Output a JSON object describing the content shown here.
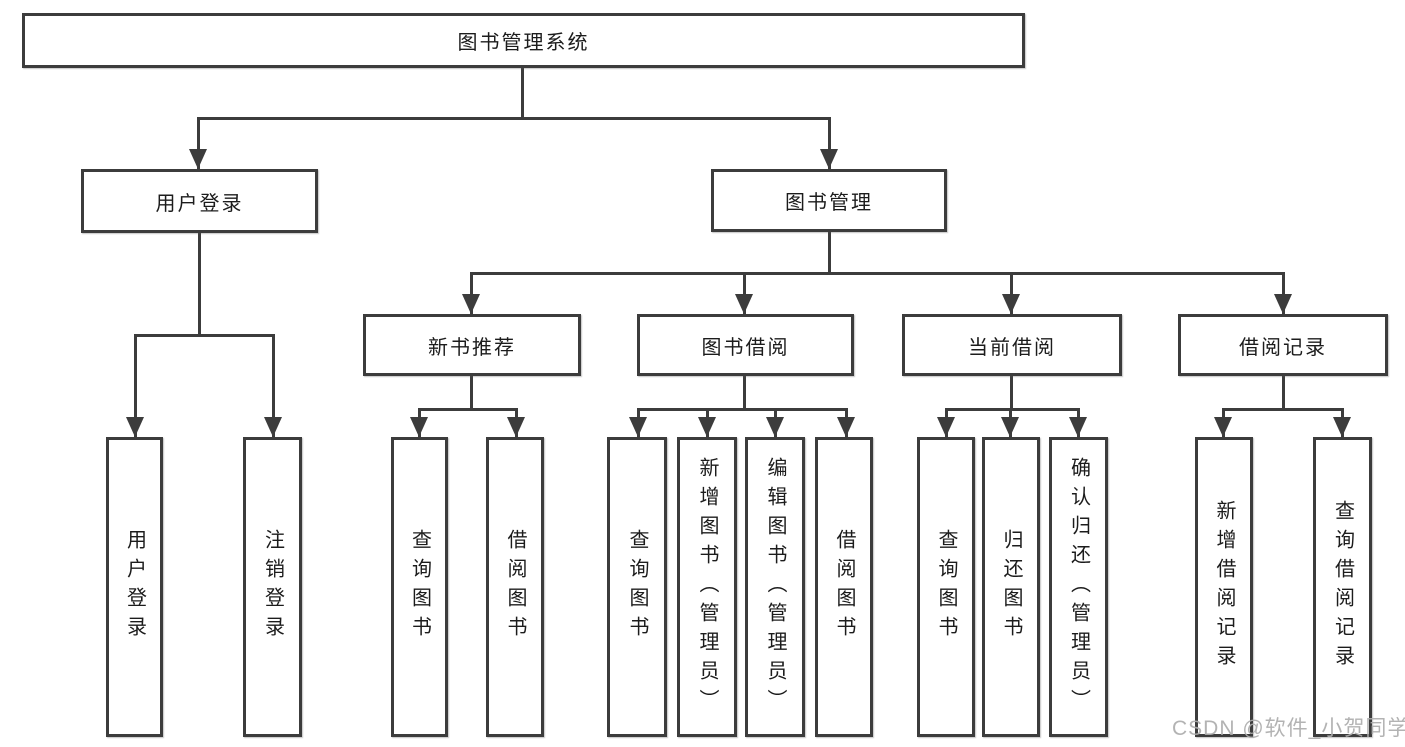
{
  "diagram": {
    "root": {
      "label": "图书管理系统"
    },
    "level2": [
      {
        "label": "用户登录"
      },
      {
        "label": "图书管理"
      }
    ],
    "level3": [
      {
        "label": "新书推荐"
      },
      {
        "label": "图书借阅"
      },
      {
        "label": "当前借阅"
      },
      {
        "label": "借阅记录"
      }
    ],
    "level4": [
      {
        "label": "用户登录"
      },
      {
        "label": "注销登录"
      },
      {
        "label": "查询图书"
      },
      {
        "label": "借阅图书"
      },
      {
        "label": "查询图书"
      },
      {
        "label": "新增图书（管理员）"
      },
      {
        "label": "编辑图书（管理员）"
      },
      {
        "label": "借阅图书"
      },
      {
        "label": "查询图书"
      },
      {
        "label": "归还图书"
      },
      {
        "label": "确认归还（管理员）"
      },
      {
        "label": "新增借阅记录"
      },
      {
        "label": "查询借阅记录"
      }
    ]
  },
  "watermark": {
    "text": "CSDN @软件_小贺同学"
  },
  "colors": {
    "line": "#3c3c3c",
    "text": "#1c1c1c",
    "watermark": "#acacac",
    "background": "#ffffff"
  }
}
